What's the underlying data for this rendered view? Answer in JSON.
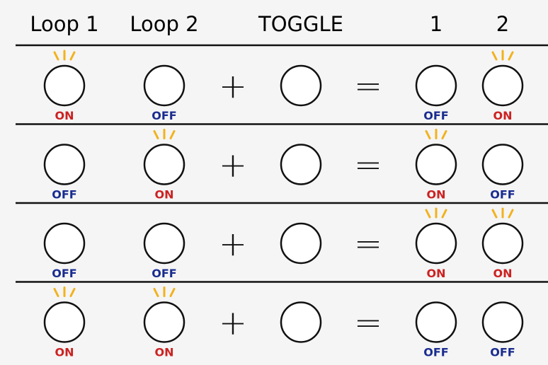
{
  "headers": {
    "loop1": "Loop 1",
    "loop2": "Loop 2",
    "toggle": "TOGGLE",
    "out1": "1",
    "out2": "2"
  },
  "operators": {
    "plus": "+",
    "equals": "="
  },
  "colors": {
    "background": "#f5f5f5",
    "line": "#111111",
    "on": "#cc2222",
    "off": "#1a2c8f",
    "glow": "#f2b21c"
  },
  "icons": {
    "switch": "footswitch-circle-icon",
    "glow": "lit-indicator-icon"
  },
  "rows": [
    {
      "loop1": "ON",
      "loop2": "OFF",
      "out1": "OFF",
      "out2": "ON"
    },
    {
      "loop1": "OFF",
      "loop2": "ON",
      "out1": "ON",
      "out2": "OFF"
    },
    {
      "loop1": "OFF",
      "loop2": "OFF",
      "out1": "ON",
      "out2": "ON"
    },
    {
      "loop1": "ON",
      "loop2": "ON",
      "out1": "OFF",
      "out2": "OFF"
    }
  ]
}
